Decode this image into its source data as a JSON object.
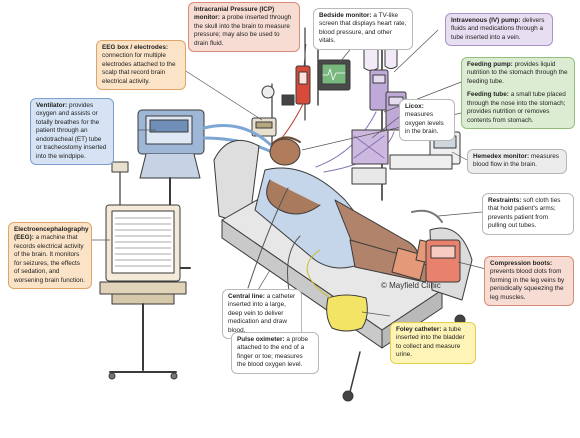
{
  "labels": {
    "icp": {
      "title": "Intracranial Pressure (ICP) monitor:",
      "text": "a probe inserted through the skull into the brain to measure pressure; may also be used to drain fluid."
    },
    "bedside": {
      "title": "Bedside monitor:",
      "text": "a TV-like screen that displays heart rate, blood pressure, and other vitals."
    },
    "iv": {
      "title": "Intravenous (IV) pump:",
      "text": "delivers fluids and medications through a tube inserted into a vein."
    },
    "eegbox": {
      "title": "EEG box / electrodes:",
      "text": "connection for multiple electrodes attached to the scalp that record brain electrical activity."
    },
    "feedpump": {
      "title": "Feeding pump:",
      "text": "provides liquid nutrition to the stomach through the feeding tube."
    },
    "feedtube": {
      "title": "Feeding tube:",
      "text": "a small tube placed through the nose into the stomach; provides nutrition or removes contents from stomach."
    },
    "ventilator": {
      "title": "Ventilator:",
      "text": "provides oxygen and assists or totally breathes for the patient through an endotracheal (ET) tube or tracheostomy inserted into the windpipe."
    },
    "licox": {
      "title": "Licox:",
      "text": "measures oxygen levels in the brain."
    },
    "hemedex": {
      "title": "Hemedex monitor:",
      "text": "measures blood flow in the brain."
    },
    "restraints": {
      "title": "Restraints:",
      "text": "soft cloth ties that hold patient's arms; prevents patient from pulling out tubes."
    },
    "eeg": {
      "title": "Electroencephalography (EEG):",
      "text": "a machine that records electrical activity of the brain. It monitors for seizures, the effects of sedation, and worsening brain function."
    },
    "compression": {
      "title": "Compression boots:",
      "text": "prevents blood clots from forming in the leg veins by periodically squeezing the leg muscles."
    },
    "central": {
      "title": "Central line:",
      "text": "a catheter inserted into a large, deep vein to deliver medication and draw blood."
    },
    "pulse": {
      "title": "Pulse oximeter:",
      "text": "a probe attached to the end of a finger or toe; measures the blood oxygen level."
    },
    "foley": {
      "title": "Foley catheter:",
      "text": "a tube inserted into the bladder to collect and measure urine."
    }
  },
  "copyright": "© Mayfield Clinic",
  "colors": {
    "red": "#f6dcd3",
    "purple": "#e8def2",
    "orange": "#fbe3c8",
    "blue": "#d6e3f4",
    "green": "#dcecd2",
    "gray": "#ececec",
    "yellow": "#fff4b8",
    "line": "#555555"
  }
}
